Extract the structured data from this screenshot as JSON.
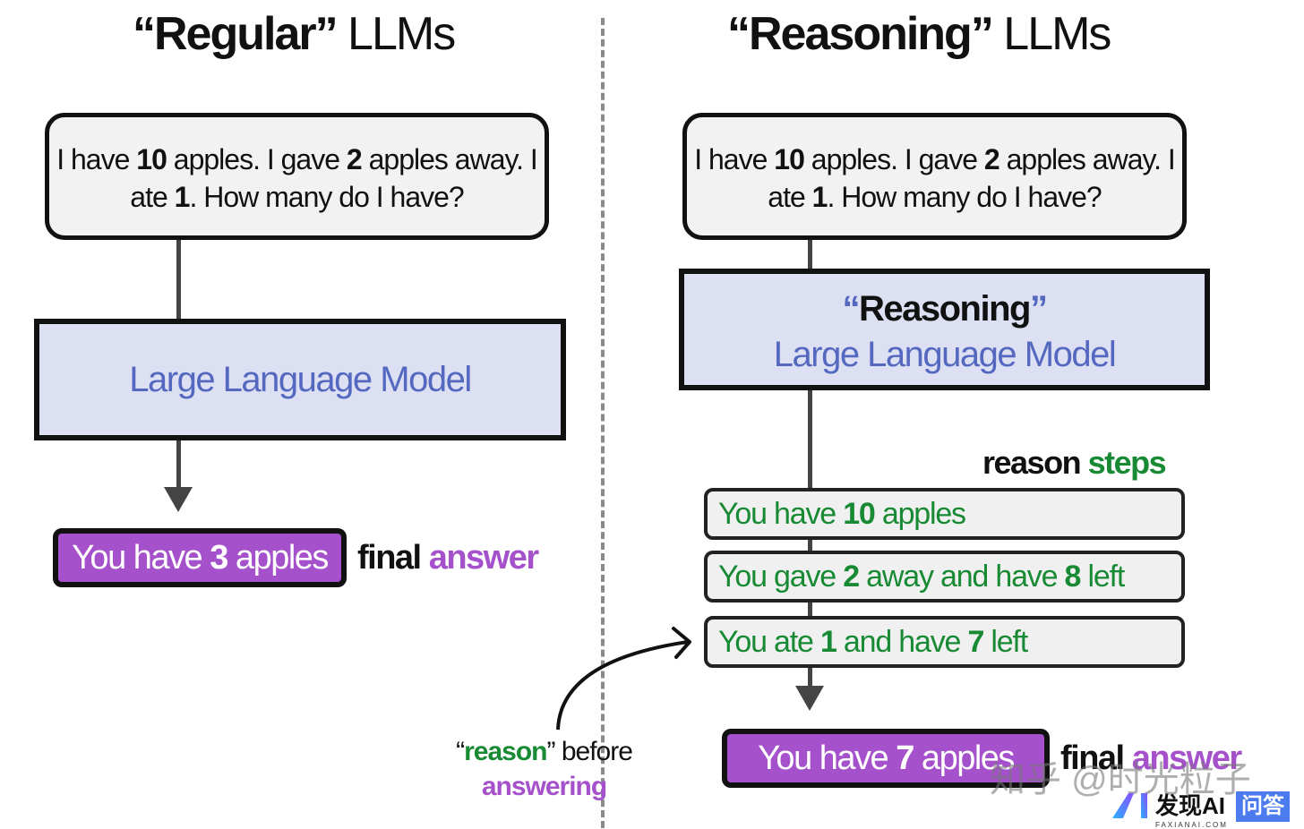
{
  "left": {
    "title_bold": "“Regular”",
    "title_rest": " LLMs",
    "question": {
      "parts": [
        "I have ",
        "10",
        " apples. I gave ",
        "2",
        " apples away. I ate ",
        "1",
        ". How many do I have?"
      ]
    },
    "model_label": "Large Language Model",
    "answer": {
      "pre": "You have ",
      "num": "3",
      "post": " apples"
    },
    "final_label": {
      "word1": "final",
      "word2": "answer"
    }
  },
  "right": {
    "title_bold": "“Reasoning”",
    "title_rest": " LLMs",
    "question": {
      "parts": [
        "I have ",
        "10",
        " apples. I gave ",
        "2",
        " apples away. I ate ",
        "1",
        ". How many do I have?"
      ]
    },
    "model_title": "“Reasoning”",
    "model_label": "Large Language Model",
    "steps_label": {
      "word1": "reason",
      "word2": "steps"
    },
    "steps": [
      {
        "parts": [
          "You have ",
          "10",
          " apples"
        ]
      },
      {
        "parts": [
          "You gave ",
          "2",
          " away and have ",
          "8",
          " left"
        ]
      },
      {
        "parts": [
          "You ate ",
          "1",
          " and have ",
          "7",
          " left"
        ]
      }
    ],
    "answer": {
      "pre": "You have ",
      "num": "7",
      "post": " apples"
    },
    "final_label": {
      "word1": "final",
      "word2": "answer"
    }
  },
  "annotation": {
    "quote_open": "“",
    "word_reason": "reason",
    "quote_close": "”",
    "word_before": " before",
    "word_answering": "answering"
  },
  "watermark": {
    "text": "知乎 @时光粒子",
    "brand": "发现AI",
    "brand_sub": "FAXIANAI.COM",
    "badge": "问答"
  },
  "colors": {
    "llm_text": "#5468c0",
    "llm_fill": "#dde0f2",
    "answer_fill": "#a651cc",
    "step_text": "#188a34"
  }
}
